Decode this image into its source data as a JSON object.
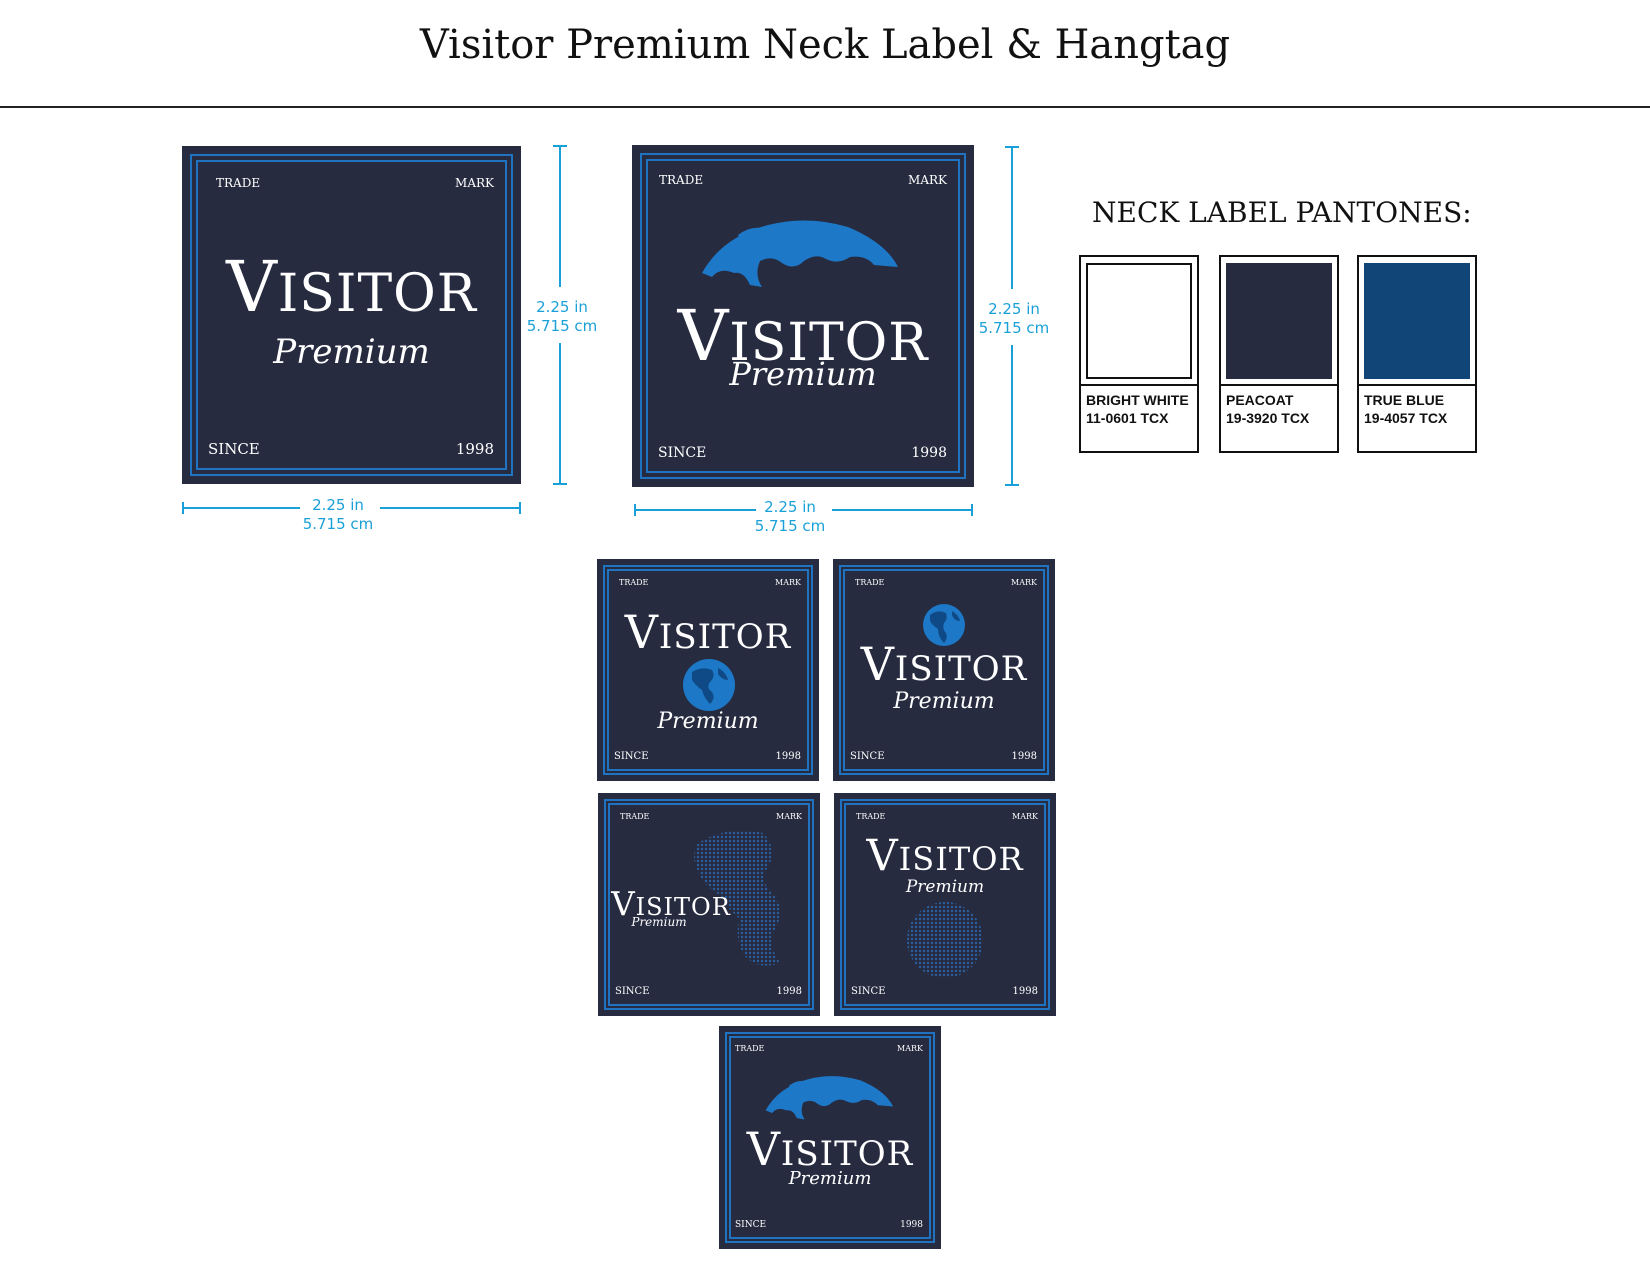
{
  "page": {
    "title": "Visitor Premium Neck Label & Hangtag"
  },
  "label_text": {
    "trade": "TRADE",
    "mark": "MARK",
    "brand_initial": "V",
    "brand_rest": "ISITOR",
    "subtitle": "Premium",
    "since": "SINCE",
    "year": "1998"
  },
  "dimensions": {
    "inches": "2.25  in",
    "cm": "5.715 cm"
  },
  "pantones": {
    "heading": "NECK LABEL PANTONES:",
    "swatches": [
      {
        "name": "BRIGHT WHITE",
        "code": "11-0601 TCX",
        "color": "#ffffff"
      },
      {
        "name": "PEACOAT",
        "code": "19-3920 TCX",
        "color": "#262b40"
      },
      {
        "name": "TRUE BLUE",
        "code": "19-4057 TCX",
        "color": "#114477"
      }
    ]
  },
  "colors": {
    "label_background": "#262b40",
    "label_border": "#1f73c0",
    "globe_blue": "#1e78c8",
    "dimension_blue": "#1aa0d8"
  },
  "icons": [
    "globe-arc-icon",
    "globe-icon",
    "halftone-globe-icon"
  ]
}
